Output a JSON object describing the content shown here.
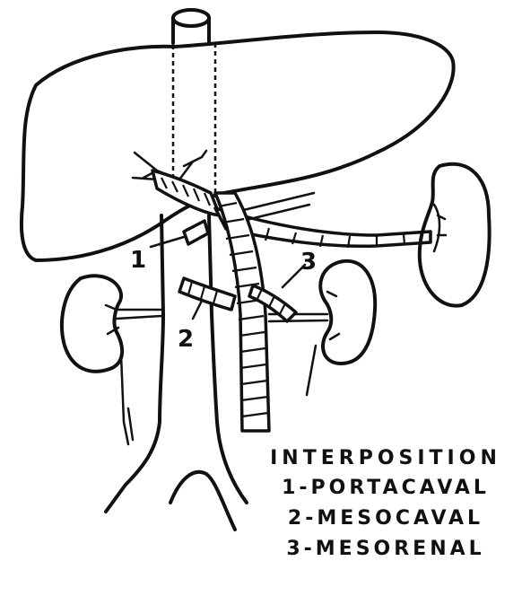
{
  "labels": {
    "portacaval_number": "1",
    "mesocaval_number": "2",
    "mesorenal_number": "3"
  },
  "legend": {
    "title": "INTERPOSITION",
    "items": [
      "1-PORTACAVAL",
      "2-MESOCAVAL",
      "3-MESORENAL"
    ]
  },
  "colors": {
    "ink": "#111111",
    "background": "#ffffff"
  }
}
